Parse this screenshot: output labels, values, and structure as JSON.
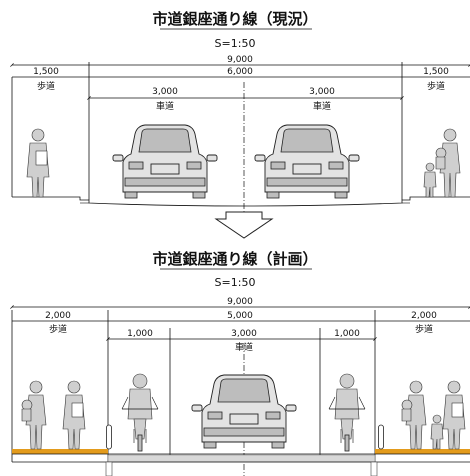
{
  "current": {
    "title": "市道銀座通り線（現況）",
    "scale": "S=1:50",
    "total_width": "9,000",
    "roadway_width": "6,000",
    "left_walk_width": "1,500",
    "right_walk_width": "1,500",
    "left_walk_label": "歩道",
    "right_walk_label": "歩道",
    "lane_left_width": "3,000",
    "lane_right_width": "3,000",
    "lane_left_label": "車道",
    "lane_right_label": "車道"
  },
  "plan": {
    "title": "市道銀座通り線（計画）",
    "scale": "S=1:50",
    "total_width": "9,000",
    "center_width": "5,000",
    "left_walk_width": "2,000",
    "right_walk_width": "2,000",
    "left_walk_label": "歩道",
    "right_walk_label": "歩道",
    "bike_left_width": "1,000",
    "bike_right_width": "1,000",
    "roadway_width": "3,000",
    "roadway_label": "車道"
  },
  "colors": {
    "line": "#111111",
    "pavement_orange": "#e39b1c",
    "figure_gray": "#cfcfcf"
  },
  "icons": [
    "down-arrow-icon",
    "pedestrian-icon",
    "car-icon",
    "cyclist-icon",
    "bollard-icon"
  ]
}
